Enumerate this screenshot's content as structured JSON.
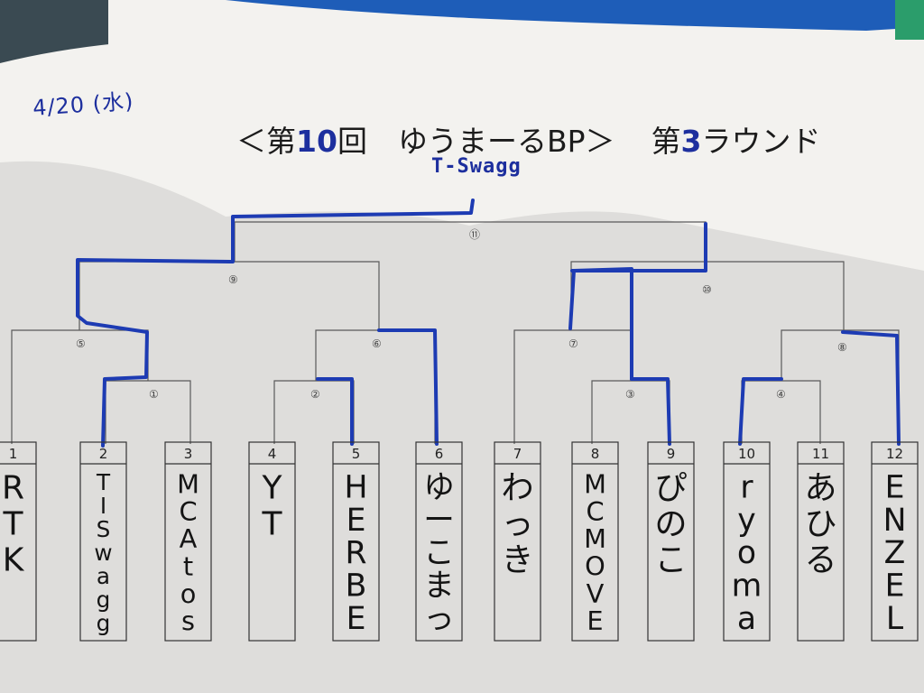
{
  "header": {
    "date_label": "4/20 (水)",
    "title_prefix": "＜第",
    "title_number": "10",
    "title_middle": "回",
    "title_event": "ゆうまーるBP＞",
    "title_round_prefix": "第",
    "title_round_number": "3",
    "title_round_suffix": "ラウンド"
  },
  "winner": "T-Swagg",
  "colors": {
    "paper": "#f3f2ef",
    "ink": "#1b1b1b",
    "pencil_line": "#555555",
    "marker_blue": "#1d3bb3",
    "date_blue": "#1d2f9e"
  },
  "players": [
    {
      "num": "1",
      "name": "RTK"
    },
    {
      "num": "2",
      "name": "TISwagg"
    },
    {
      "num": "3",
      "name": "MCAtos"
    },
    {
      "num": "4",
      "name": "YT"
    },
    {
      "num": "5",
      "name": "HERBE"
    },
    {
      "num": "6",
      "name": "ゆーこまっ"
    },
    {
      "num": "7",
      "name": "わっき"
    },
    {
      "num": "8",
      "name": "MCMOVE"
    },
    {
      "num": "9",
      "name": "ぴのこ"
    },
    {
      "num": "10",
      "name": "ryoma"
    },
    {
      "num": "11",
      "name": "あひる"
    },
    {
      "num": "12",
      "name": "ENZEL"
    }
  ],
  "matches": [
    {
      "id": "1",
      "label": "①"
    },
    {
      "id": "2",
      "label": "②"
    },
    {
      "id": "3",
      "label": "③"
    },
    {
      "id": "4",
      "label": "④"
    },
    {
      "id": "5",
      "label": "⑤"
    },
    {
      "id": "6",
      "label": "⑥"
    },
    {
      "id": "7",
      "label": "⑦"
    },
    {
      "id": "8",
      "label": "⑧"
    },
    {
      "id": "9",
      "label": "⑨"
    },
    {
      "id": "10",
      "label": "⑩"
    },
    {
      "id": "11",
      "label": "⑪"
    }
  ]
}
